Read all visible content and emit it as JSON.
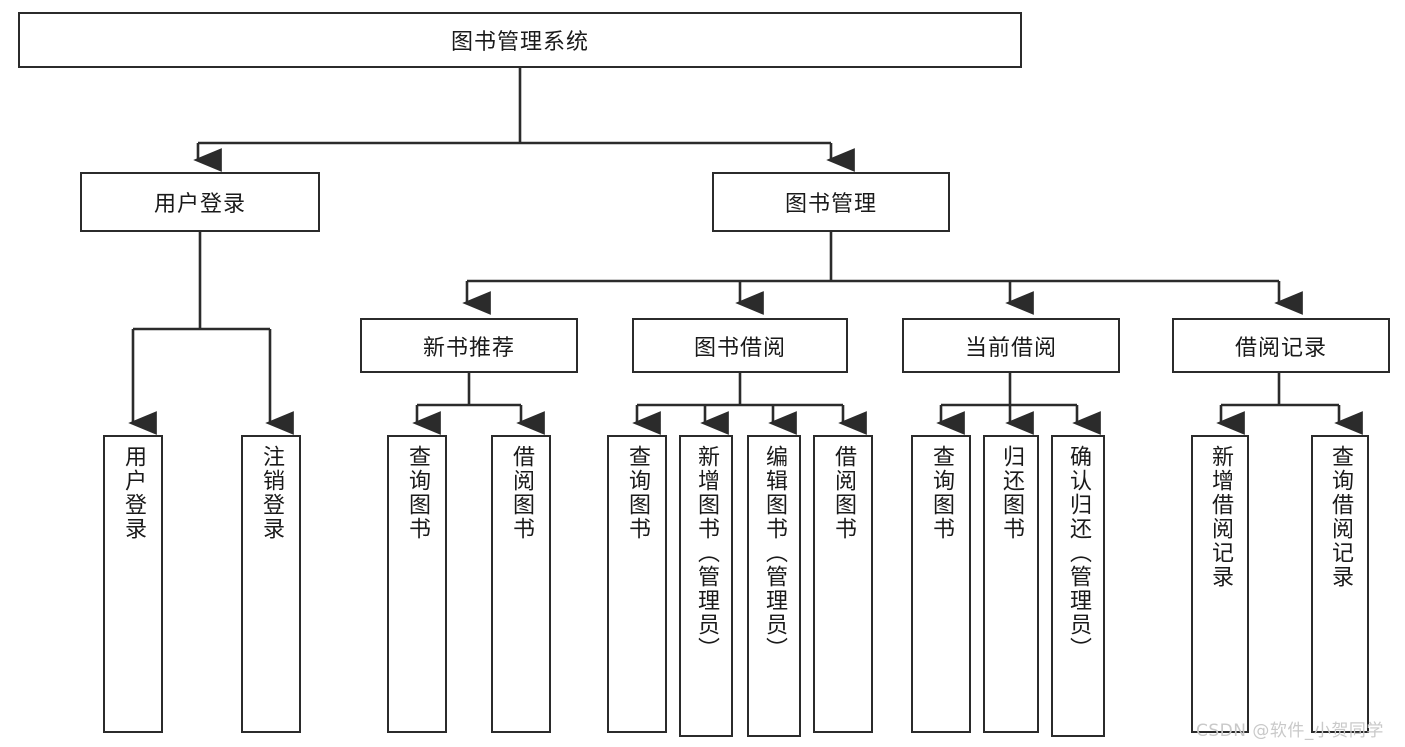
{
  "diagram": {
    "type": "tree",
    "orientation": "top-down",
    "title_node": {
      "label": "图书管理系统"
    },
    "level1": [
      {
        "label": "用户登录"
      },
      {
        "label": "图书管理"
      }
    ],
    "level2": [
      {
        "label": "新书推荐"
      },
      {
        "label": "图书借阅"
      },
      {
        "label": "当前借阅"
      },
      {
        "label": "借阅记录"
      }
    ],
    "leaves": {
      "user_login": [
        {
          "label": "用户登录"
        },
        {
          "label": "注销登录"
        }
      ],
      "new_book_recommend": [
        {
          "label": "查询图书"
        },
        {
          "label": "借阅图书"
        }
      ],
      "book_borrow": [
        {
          "label": "查询图书"
        },
        {
          "label": "新增图书（管理员）"
        },
        {
          "label": "编辑图书（管理员）"
        },
        {
          "label": "借阅图书"
        }
      ],
      "current_borrow": [
        {
          "label": "查询图书"
        },
        {
          "label": "归还图书"
        },
        {
          "label": "确认归还（管理员）"
        }
      ],
      "borrow_records": [
        {
          "label": "新增借阅记录"
        },
        {
          "label": "查询借阅记录"
        }
      ]
    }
  },
  "watermark": {
    "text": "CSDN @软件_小贺同学"
  },
  "colors": {
    "stroke": "#2b2b2b",
    "fill": "#ffffff",
    "text": "#1a1a1a",
    "watermark": "#c9c9c9"
  }
}
